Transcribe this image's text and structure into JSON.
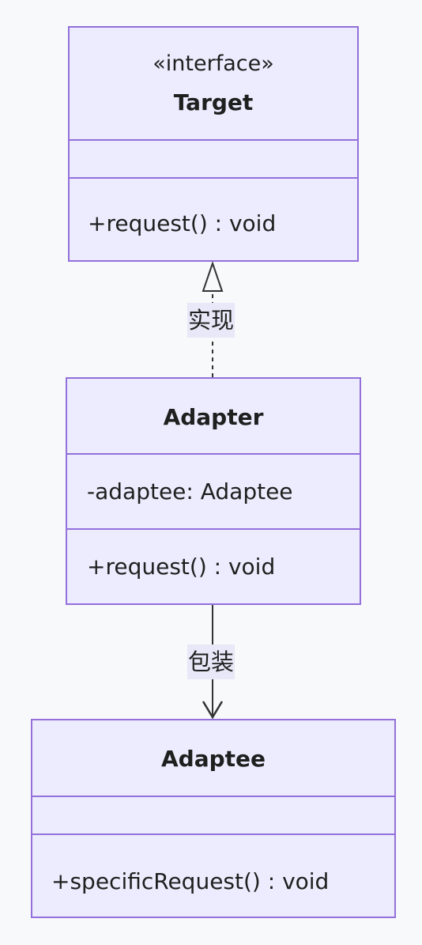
{
  "classes": {
    "target": {
      "stereotype": "«interface»",
      "name": "Target",
      "attributes": [],
      "methods": [
        "+request() : void"
      ]
    },
    "adapter": {
      "name": "Adapter",
      "attributes": [
        "-adaptee: Adaptee"
      ],
      "methods": [
        "+request() : void"
      ]
    },
    "adaptee": {
      "name": "Adaptee",
      "attributes": [],
      "methods": [
        "+specificRequest() : void"
      ]
    }
  },
  "relations": {
    "realization": {
      "from": "Adapter",
      "to": "Target",
      "label": "实现",
      "style": "dashed",
      "arrow": "hollow-triangle"
    },
    "association": {
      "from": "Adapter",
      "to": "Adaptee",
      "label": "包装",
      "style": "solid",
      "arrow": "open-arrow"
    }
  },
  "colors": {
    "background": "#f8f9fa",
    "class_fill": "#ececfe",
    "class_border": "#9370db",
    "edge": "#333333",
    "label_bg": "#e8e8f8"
  }
}
